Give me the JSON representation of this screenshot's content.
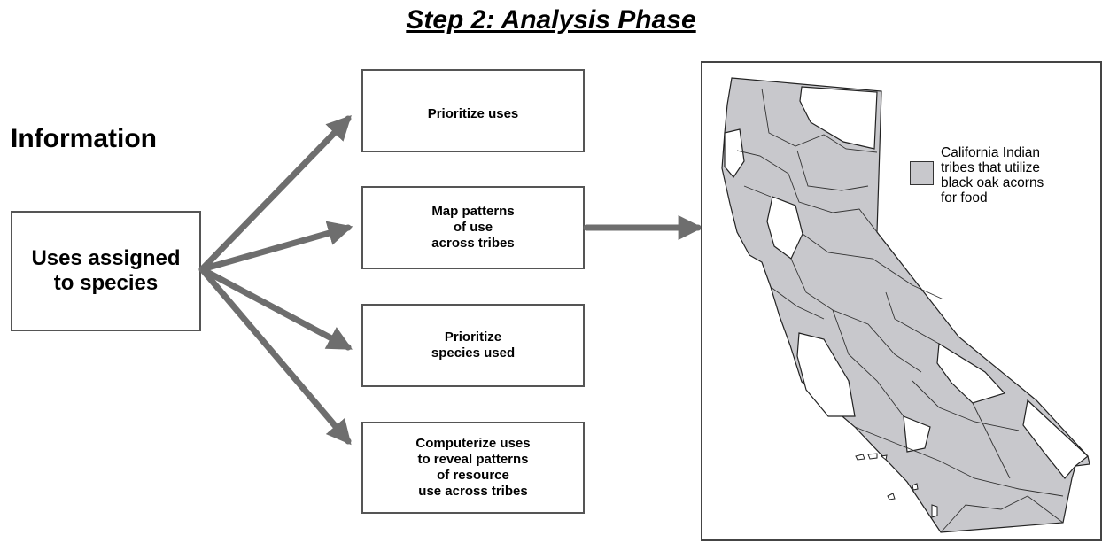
{
  "title": "Step 2: Analysis Phase",
  "left": {
    "heading": "Information",
    "box_label": "Uses assigned\nto species"
  },
  "steps": [
    "Prioritize uses",
    "Map patterns\nof use\nacross tribes",
    "Prioritize\nspecies used",
    "Computerize uses\nto reveal patterns\nof resource\nuse across tribes"
  ],
  "map": {
    "legend_label": "California Indian\ntribes that utilize\nblack oak acorns\nfor food",
    "fill_color": "#c8c8cc",
    "arrow_color": "#6e6e6e"
  }
}
